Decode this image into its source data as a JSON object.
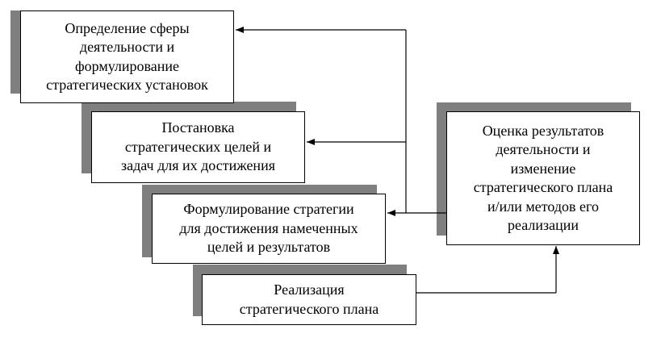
{
  "diagram": {
    "boxes": [
      {
        "id": "box-1",
        "lines": [
          "Определение сферы",
          "деятельности и",
          "формулирование",
          "стратегических установок"
        ]
      },
      {
        "id": "box-2",
        "lines": [
          "Постановка",
          "стратегических целей и",
          "задач для их достижения"
        ]
      },
      {
        "id": "box-3",
        "lines": [
          "Формулирование стратегии",
          "для достижения намеченных",
          "целей и результатов"
        ]
      },
      {
        "id": "box-4",
        "lines": [
          "Реализация",
          "стратегического плана"
        ]
      },
      {
        "id": "box-5",
        "lines": [
          "Оценка результатов",
          "деятельности и",
          "изменение",
          "стратегического плана",
          "и/или методов его",
          "реализации"
        ]
      }
    ],
    "colors": {
      "shadow": "#7f7f7f",
      "line": "#000000",
      "box_fill": "#ffffff"
    }
  }
}
